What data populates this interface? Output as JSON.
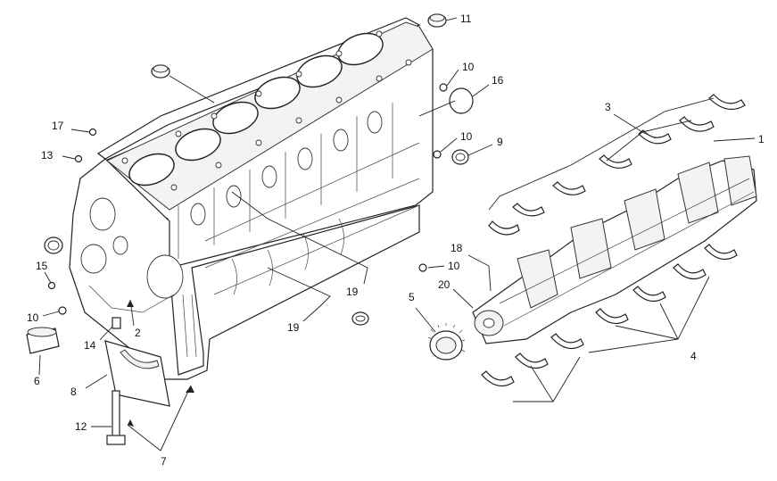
{
  "diagram": {
    "callouts": {
      "c1": "1",
      "c2": "2",
      "c3": "3",
      "c4": "4",
      "c5": "5",
      "c6": "6",
      "c7": "7",
      "c8": "8",
      "c9": "9",
      "c10a": "10",
      "c10b": "10",
      "c10c": "10",
      "c10d": "10",
      "c11": "11",
      "c12": "12",
      "c13": "13",
      "c14": "14",
      "c15": "15",
      "c16": "16",
      "c17": "17",
      "c18": "18",
      "c19a": "19",
      "c19b": "19",
      "c20": "20"
    },
    "colors": {
      "line": "#222222",
      "background": "#ffffff"
    }
  }
}
